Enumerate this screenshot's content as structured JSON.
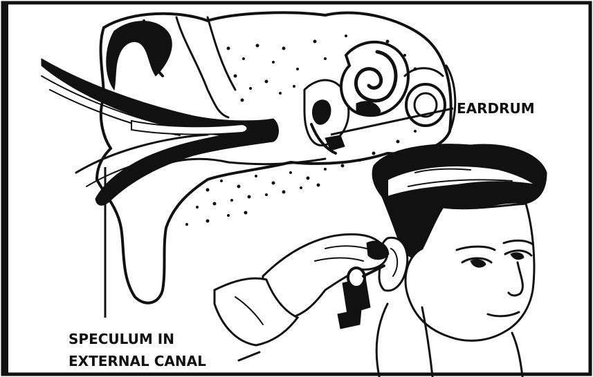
{
  "diagram": {
    "labels": {
      "eardrum": "EARDRUM",
      "speculum_line1": "SPECULUM IN",
      "speculum_line2": "EXTERNAL CANAL"
    },
    "colors": {
      "ink": "#111111",
      "paper": "#ffffff"
    }
  }
}
